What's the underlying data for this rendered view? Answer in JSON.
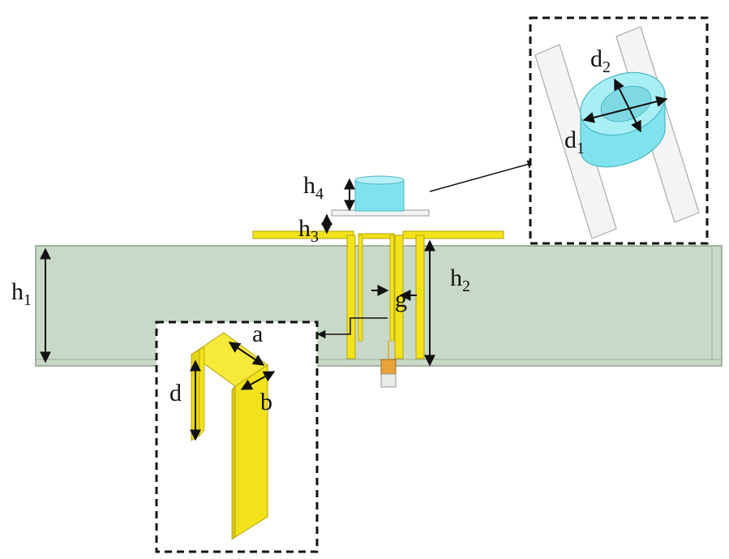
{
  "labels": {
    "h1": {
      "base": "h",
      "sub": "1"
    },
    "h2": {
      "base": "h",
      "sub": "2"
    },
    "h3": {
      "base": "h",
      "sub": "3"
    },
    "h4": {
      "base": "h",
      "sub": "4"
    },
    "d1": {
      "base": "d",
      "sub": "1"
    },
    "d2": {
      "base": "d",
      "sub": "2"
    },
    "g": "g",
    "a": "a",
    "b": "b",
    "d": "d"
  },
  "colors": {
    "substrate": "#c9d9c8",
    "substrate_edge": "#8f9e8e",
    "metal": "#f2e21a",
    "metal_edge": "#b5a20f",
    "resonator": "#7fe3ee",
    "resonator_inner": "#b6f0f6",
    "arrow": "#111111"
  }
}
